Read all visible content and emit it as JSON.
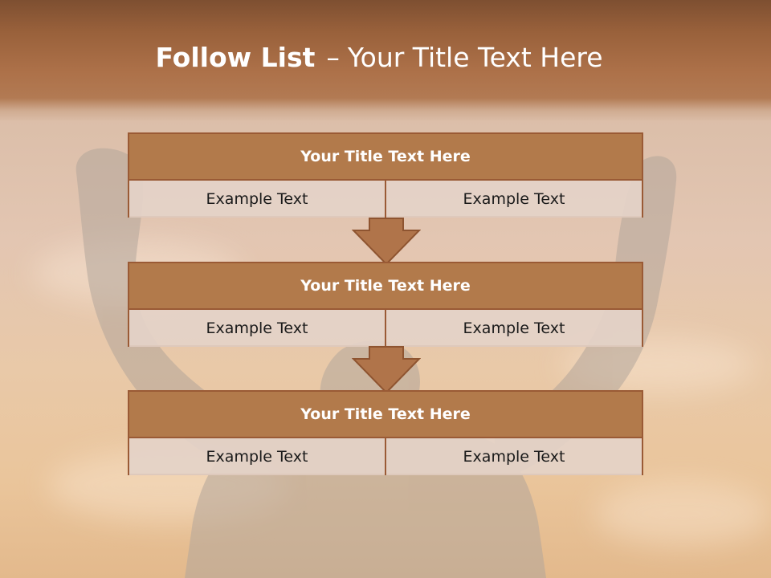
{
  "slide": {
    "title_bold": "Follow List",
    "title_separator": "–",
    "title_rest": "Your Title Text Here"
  },
  "steps": [
    {
      "title": "Your Title Text Here",
      "left_text": "Example Text",
      "right_text": "Example Text"
    },
    {
      "title": "Your Title Text Here",
      "left_text": "Example Text",
      "right_text": "Example Text"
    },
    {
      "title": "Your Title Text Here",
      "left_text": "Example Text",
      "right_text": "Example Text"
    }
  ],
  "colors": {
    "header_band": "#a96f46",
    "box_fill": "#b27a4b",
    "box_border": "#9a5a35",
    "cell_fill": "#e4d2c8",
    "arrow_fill": "#b0744a",
    "sky": "#e3c6b2"
  }
}
